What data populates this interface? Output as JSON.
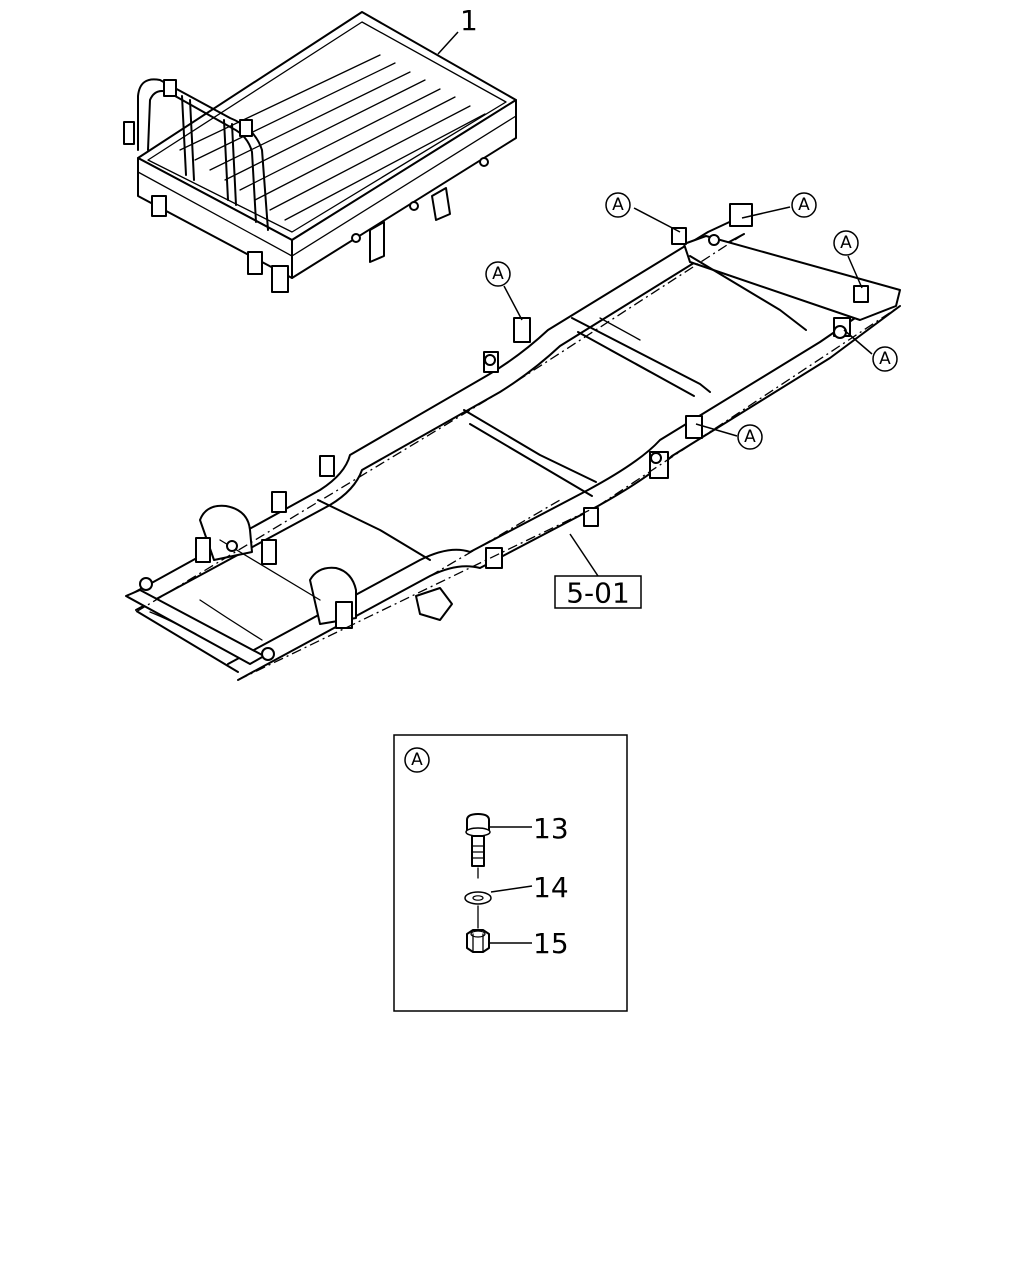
{
  "callouts": {
    "part_1": "1",
    "part_13": "13",
    "part_14": "14",
    "part_15": "15",
    "ref_page": "5-01"
  },
  "markers": {
    "letter": "A"
  },
  "inset": {
    "label": "A"
  }
}
